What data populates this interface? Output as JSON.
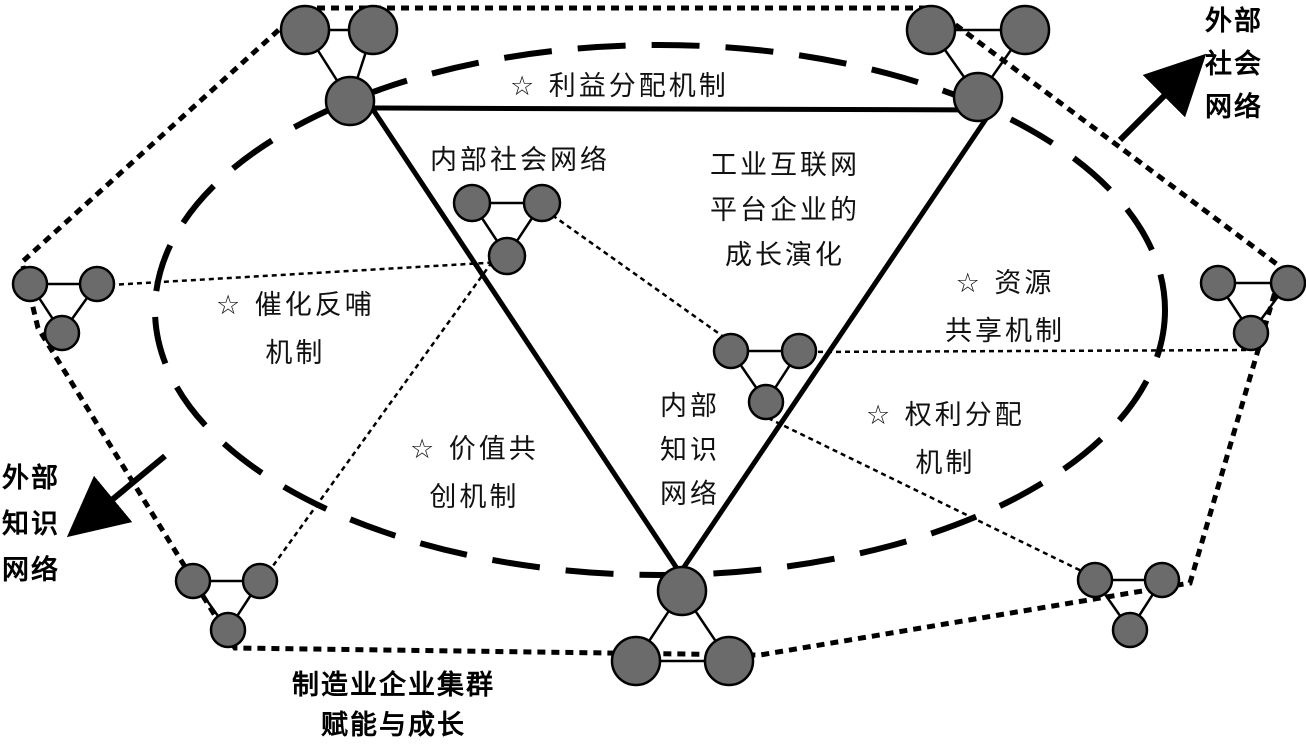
{
  "labels": {
    "mech_profit": "☆ 利益分配机制",
    "internal_social": "内部社会网络",
    "platform_growth": "工业互联网\n平台企业的\n成长演化",
    "mech_catalyze": "☆ 催化反哺\n机制",
    "mech_resource": "☆ 资源\n共享机制",
    "mech_value": "☆ 价值共\n创机制",
    "internal_knowledge": "内部\n知识\n网络",
    "mech_rights": "☆ 权利分配\n机制",
    "external_social": "外部\n社会\n网络",
    "external_knowledge": "外部\n知识\n网络",
    "cluster_empower": "制造业企业集群\n赋能与成长"
  },
  "colors": {
    "node_fill": "#6b6b6b",
    "stroke": "#000000"
  }
}
